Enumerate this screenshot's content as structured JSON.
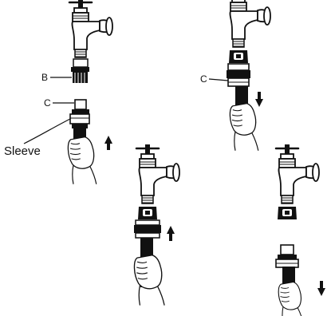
{
  "labels": {
    "b": "B",
    "c": "C",
    "sleeve": "Sleeve"
  },
  "colors": {
    "ink": "#111111",
    "paper": "#ffffff"
  },
  "icons": [
    "faucet-icon",
    "hose-icon",
    "hand-icon",
    "arrow-up-icon",
    "arrow-down-icon",
    "quick-connector-icon"
  ]
}
